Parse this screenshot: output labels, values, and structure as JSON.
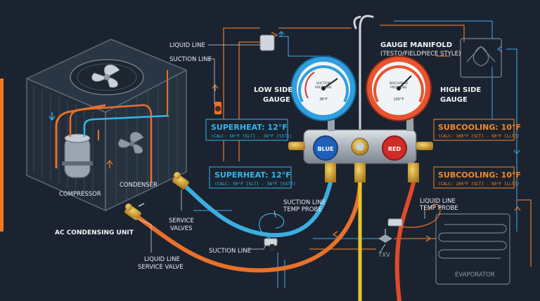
{
  "labels": {
    "liquid_line": "LIQUID LINE",
    "suction_line_top": "SUCTION LINE",
    "low_side": [
      "LOW SIDE",
      "GAUGE"
    ],
    "high_side": [
      "HIGH SIDE",
      "GAUGE"
    ],
    "manifold": [
      "GAUGE MANIFOLD",
      "(TESTO/FIELDPIECE STYLE)"
    ],
    "compressor": "COMPRESSOR",
    "condenser": "CONDENSER",
    "unit": "AC CONDENSING UNIT",
    "service_valves": [
      "SERVICE",
      "VALVES"
    ],
    "liquid_service_valve": [
      "LIQUID LINE",
      "SERVICE VALVE"
    ],
    "suction_line_bottom": "SUCTION LINE",
    "suction_probe": [
      "SUCTION LINE",
      "TEMP PROBE"
    ],
    "liquid_probe": [
      "LIQUID LINE",
      "TEMP PROBE"
    ],
    "txv": "TXV",
    "evaporator": "EVAPORATOR",
    "blue_knob": "BLUE",
    "red_knob": "RED",
    "low_gauge_face": [
      "SUCTION",
      "PRESSURE",
      "38°F"
    ],
    "high_gauge_face": [
      "DISCHARGE",
      "PRESSURE",
      "100°F"
    ]
  },
  "callouts": {
    "superheat_1": {
      "title": "SUPERHEAT: 12°F",
      "calc": "(CALC: 50°F [SLT] - 38°F [SST])"
    },
    "superheat_2": {
      "title": "SUPERHEAT: 12°F",
      "calc": "(CALC: 50°F [SLT] - 38°F [SST])"
    },
    "subcooling_1": {
      "title": "SUBCOOLING: 10°F",
      "calc": "(CALC: 100°F [SCT] - 90°F [LLT])"
    },
    "subcooling_2": {
      "title": "SUBCOOLING: 10°F",
      "calc": "(CALC: 100°F [SCT] - 90°F [LLT])"
    }
  },
  "colors": {
    "background": "#1b2330",
    "low_side": "#2f9fe0",
    "high_side": "#e8542f",
    "suction_hose": "#3aaee0",
    "liquid_hose": "#e9712a",
    "yellow_hose": "#e8c52a",
    "accent_bar": "#f07a24"
  }
}
